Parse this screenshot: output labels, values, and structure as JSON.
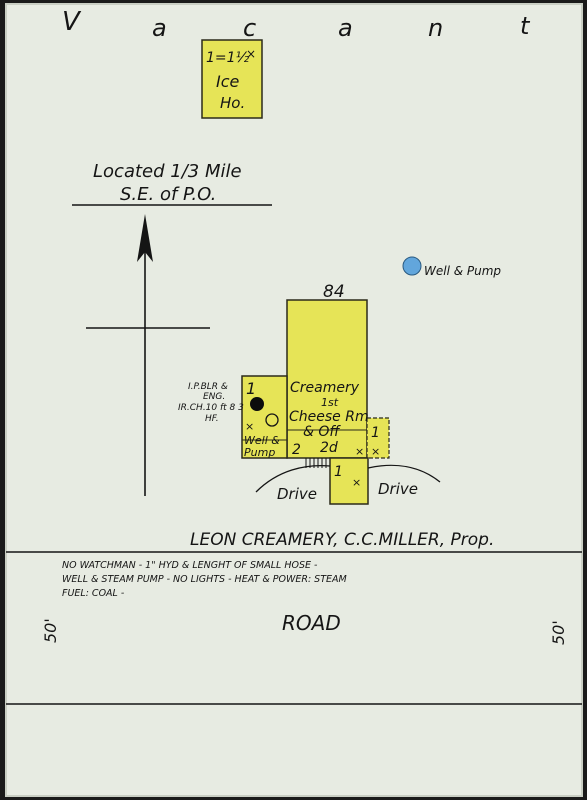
{
  "header": {
    "vacant_letters": [
      "V",
      "a",
      "c",
      "a",
      "n",
      "t"
    ]
  },
  "ice_house": {
    "height_note": "1=1½",
    "mark": "×",
    "label_line1": "Ice",
    "label_line2": "Ho."
  },
  "location_note": {
    "line1": "Located 1/3 Mile",
    "line2": "S.E. of P.O."
  },
  "well_pump_detached": {
    "label": "Well & Pump"
  },
  "creamery": {
    "number": "84",
    "label_line1": "Creamery",
    "label_line2": "1st",
    "label_line3": "Cheese Rm",
    "label_line4": "& Off",
    "label_line5": "2d",
    "story_one_a": "1",
    "story_two": "2",
    "story_one_b": "1",
    "story_one_c": "1",
    "mark": "×",
    "boiler_line1": "I.P.BLR &",
    "boiler_line2": "ENG.",
    "boiler_line3": "IR.CH.10 ft 8 3",
    "boiler_line4": "HF.",
    "well_line1": "Well &",
    "well_line2": "Pump",
    "drive_left": "Drive",
    "drive_right": "Drive"
  },
  "title": {
    "name": "LEON CREAMERY, C.C.MILLER, Prop."
  },
  "notes": {
    "line1": "NO WATCHMAN - 1\" HYD & LENGHT OF SMALL HOSE -",
    "line2": "WELL & STEAM PUMP - NO LIGHTS - HEAT & POWER: STEAM",
    "line3": "FUEL: COAL -"
  },
  "road": {
    "name": "ROAD",
    "width_left": "50'",
    "width_right": "50'"
  },
  "colors": {
    "paper": "#e7ebe2",
    "ink": "#151515",
    "building_yellow": "#e6e457",
    "building_stroke": "#2b2a1a",
    "well_blue": "#62a6dc",
    "boiler_black": "#0c0c0c"
  }
}
